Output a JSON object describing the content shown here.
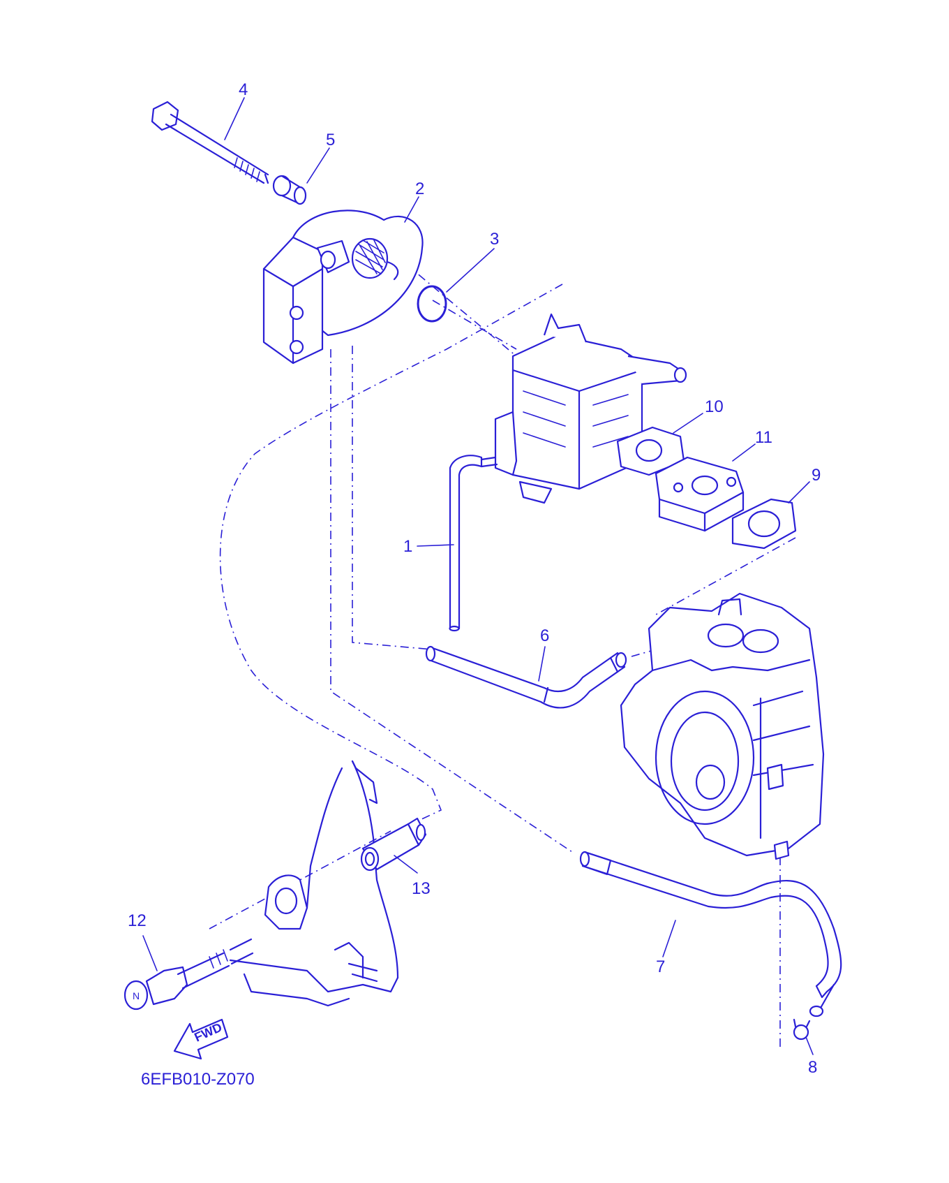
{
  "diagram": {
    "line_color": "#2a1fd6",
    "background": "#ffffff",
    "callouts": {
      "p1": "1",
      "p2": "2",
      "p3": "3",
      "p4": "4",
      "p5": "5",
      "p6": "6",
      "p7": "7",
      "p8": "8",
      "p9": "9",
      "p10": "10",
      "p11": "11",
      "p12": "12",
      "p13": "13"
    },
    "direction_label": "FWD",
    "knob_label": "N",
    "drawing_code": "6EFB010-Z070"
  }
}
